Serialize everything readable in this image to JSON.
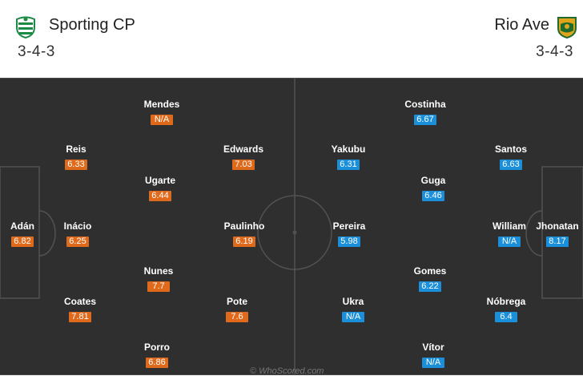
{
  "home": {
    "name": "Sporting CP",
    "formation": "3-4-3",
    "colors": {
      "badge": "#1d8a45",
      "rating": "#e06a1c"
    },
    "players": [
      {
        "name": "Adán",
        "rating": "6.82"
      },
      {
        "name": "Reis",
        "rating": "6.33"
      },
      {
        "name": "Inácio",
        "rating": "6.25"
      },
      {
        "name": "Coates",
        "rating": "7.81"
      },
      {
        "name": "Mendes",
        "rating": "N/A"
      },
      {
        "name": "Ugarte",
        "rating": "6.44"
      },
      {
        "name": "Nunes",
        "rating": "7.7"
      },
      {
        "name": "Porro",
        "rating": "6.86"
      },
      {
        "name": "Edwards",
        "rating": "7.03"
      },
      {
        "name": "Paulinho",
        "rating": "6.19"
      },
      {
        "name": "Pote",
        "rating": "7.6"
      }
    ]
  },
  "away": {
    "name": "Rio Ave",
    "formation": "3-4-3",
    "colors": {
      "badge": "#e0a51b",
      "rating": "#1b8fd9"
    },
    "players": [
      {
        "name": "Costinha",
        "rating": "6.67"
      },
      {
        "name": "Yakubu",
        "rating": "6.31"
      },
      {
        "name": "Pereira",
        "rating": "5.98"
      },
      {
        "name": "Ukra",
        "rating": "N/A"
      },
      {
        "name": "Guga",
        "rating": "6.46"
      },
      {
        "name": "Gomes",
        "rating": "6.22"
      },
      {
        "name": "Vítor",
        "rating": "N/A"
      },
      {
        "name": "Santos",
        "rating": "6.63"
      },
      {
        "name": "William",
        "rating": "N/A"
      },
      {
        "name": "Nóbrega",
        "rating": "6.4"
      },
      {
        "name": "Jhonatan",
        "rating": "8.17"
      }
    ]
  },
  "watermark": "© WhoScored.com"
}
